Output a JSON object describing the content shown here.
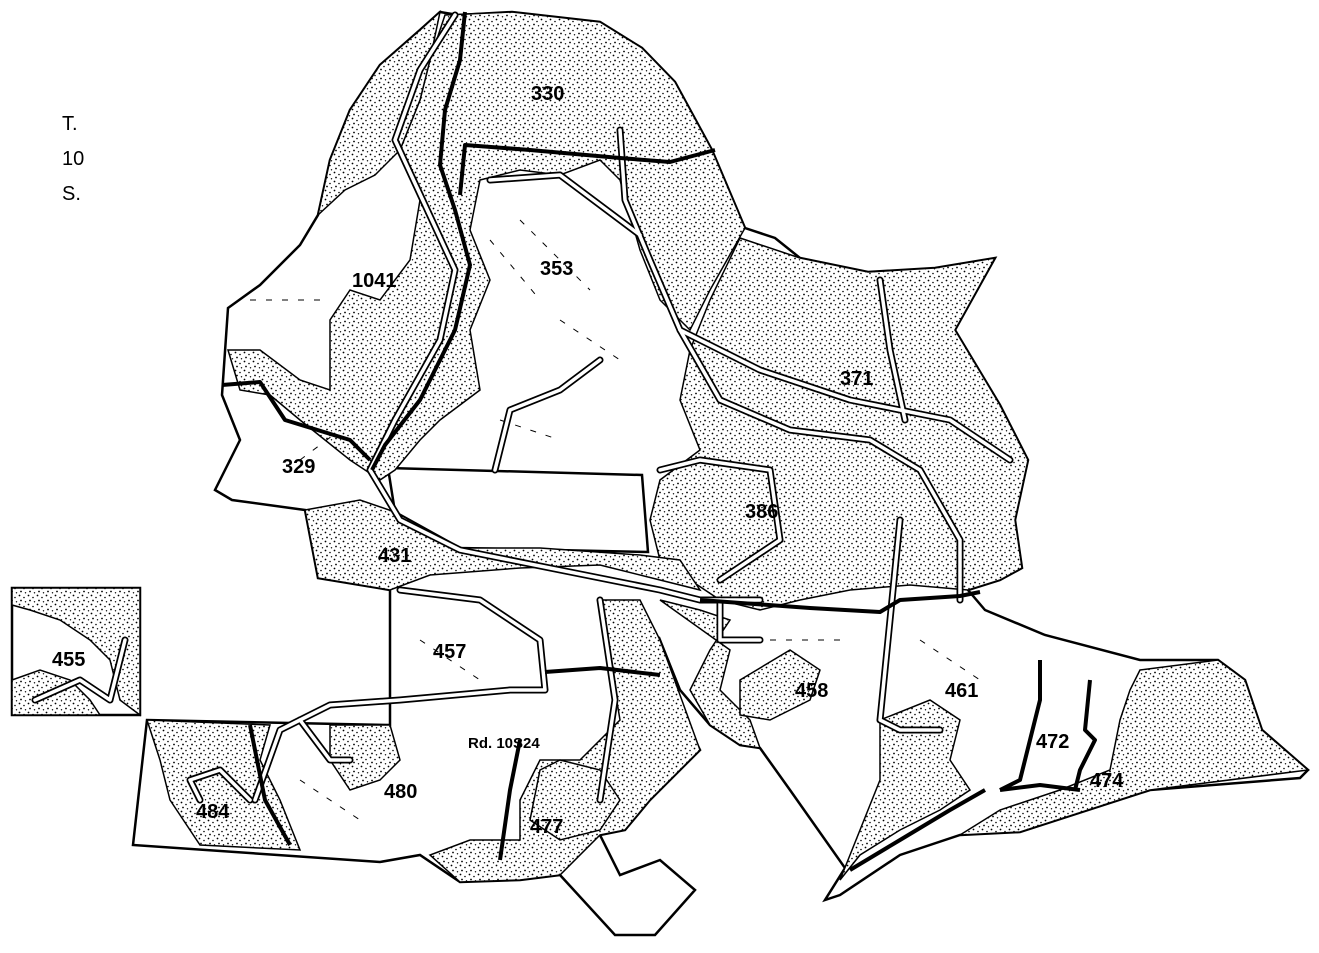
{
  "township": {
    "line1": "T.",
    "line2": "10",
    "line3": "S."
  },
  "units": [
    {
      "id": "u330",
      "label": "330"
    },
    {
      "id": "u353",
      "label": "353"
    },
    {
      "id": "u1041",
      "label": "1041"
    },
    {
      "id": "u371",
      "label": "371"
    },
    {
      "id": "u329",
      "label": "329"
    },
    {
      "id": "u386",
      "label": "386"
    },
    {
      "id": "u431",
      "label": "431"
    },
    {
      "id": "u455",
      "label": "455"
    },
    {
      "id": "u457",
      "label": "457"
    },
    {
      "id": "u458",
      "label": "458"
    },
    {
      "id": "u461",
      "label": "461"
    },
    {
      "id": "u472",
      "label": "472"
    },
    {
      "id": "u474",
      "label": "474"
    },
    {
      "id": "u480",
      "label": "480"
    },
    {
      "id": "u484",
      "label": "484"
    },
    {
      "id": "u477",
      "label": "477"
    }
  ],
  "road_label": "Rd. 10S24"
}
